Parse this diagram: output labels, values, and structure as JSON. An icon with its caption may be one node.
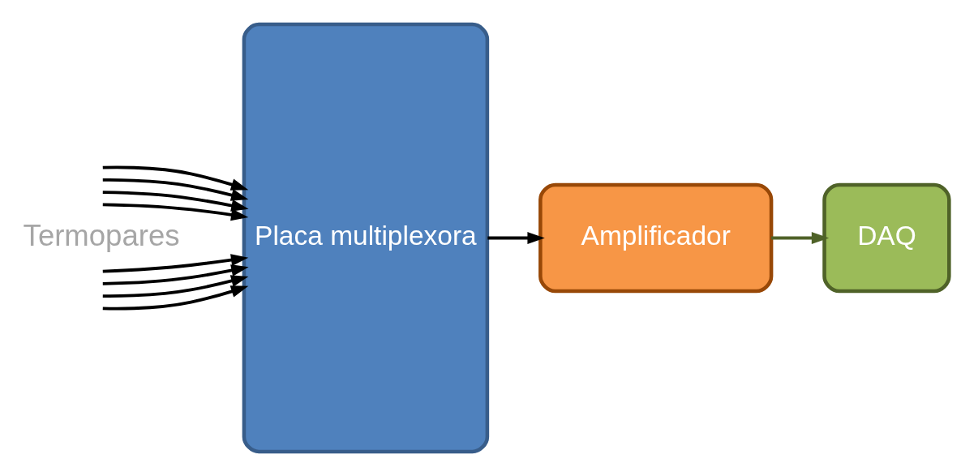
{
  "diagram": {
    "nodes": [
      {
        "text": [
          "Placa multiplexora"
        ]
      },
      {
        "text": [
          "Amplificador"
        ]
      },
      {
        "text": [
          "DAQ"
        ]
      }
    ],
    "edges": [
      {
        "from": null,
        "to": 0,
        "arrow": "to"
      },
      {
        "from": null,
        "to": 0,
        "arrow": "to"
      },
      {
        "from": null,
        "to": 0,
        "arrow": "to"
      },
      {
        "from": null,
        "to": 0,
        "arrow": "to"
      },
      {
        "from": null,
        "to": 0,
        "arrow": "to"
      },
      {
        "from": null,
        "to": 0,
        "arrow": "to"
      },
      {
        "from": null,
        "to": 0,
        "arrow": "to"
      },
      {
        "from": null,
        "to": 0,
        "arrow": "to"
      },
      {
        "from": 0,
        "to": 1,
        "arrow": "to"
      },
      {
        "from": 1,
        "to": 2,
        "arrow": "to",
        "color": "#4f6228"
      }
    ],
    "labels": [
      "Termopares"
    ]
  }
}
